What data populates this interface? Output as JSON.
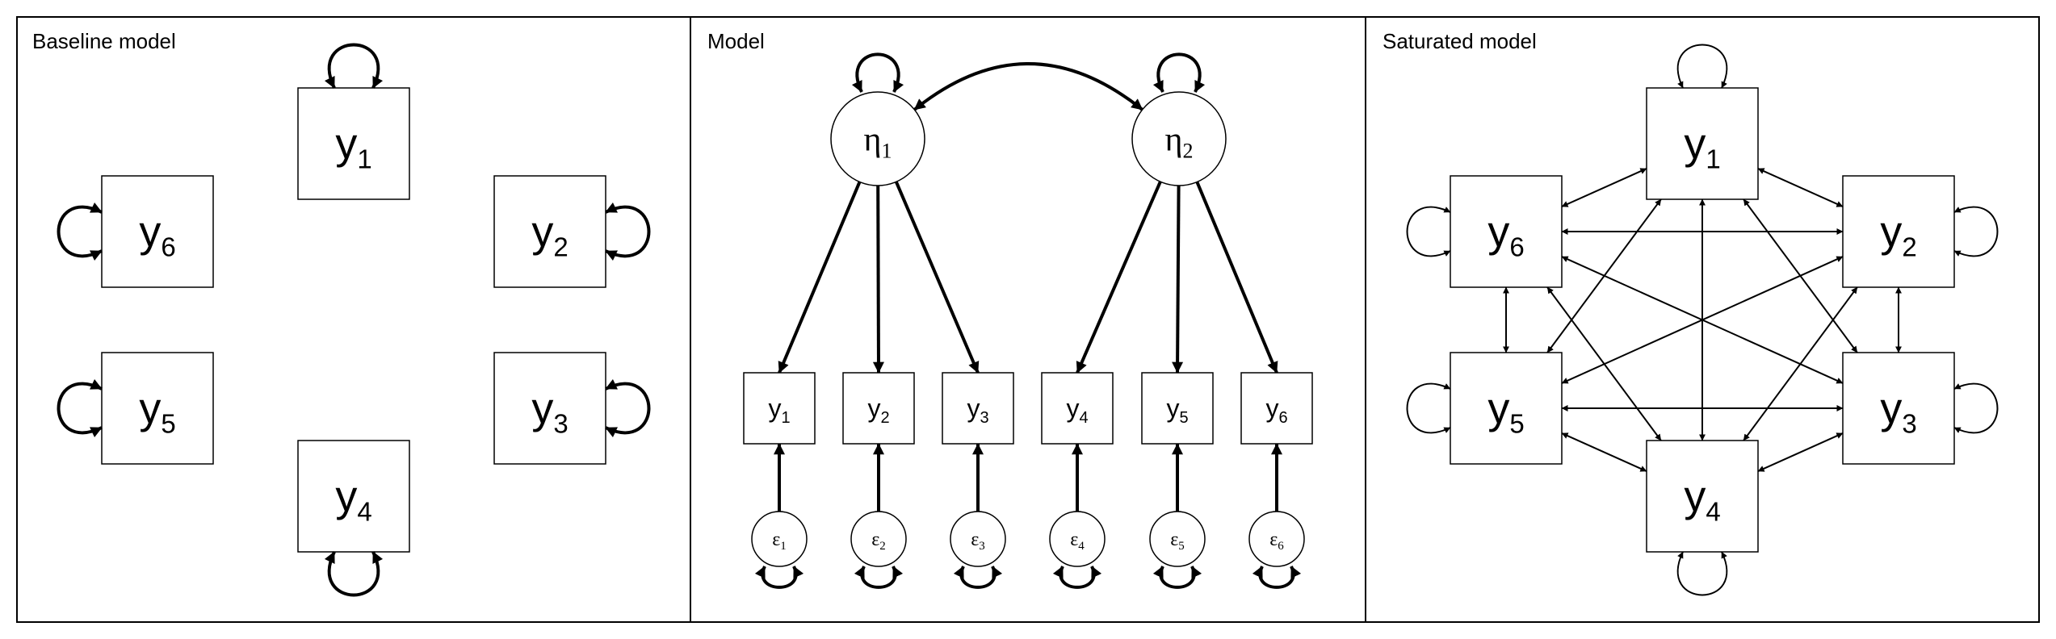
{
  "panels": {
    "baseline": {
      "title": "Baseline model",
      "nodes": [
        {
          "id": "y1",
          "base": "y",
          "sub": "1"
        },
        {
          "id": "y2",
          "base": "y",
          "sub": "2"
        },
        {
          "id": "y3",
          "base": "y",
          "sub": "3"
        },
        {
          "id": "y4",
          "base": "y",
          "sub": "4"
        },
        {
          "id": "y5",
          "base": "y",
          "sub": "5"
        },
        {
          "id": "y6",
          "base": "y",
          "sub": "6"
        }
      ],
      "self_loops": [
        "y1",
        "y2",
        "y3",
        "y4",
        "y5",
        "y6"
      ]
    },
    "model": {
      "title": "Model",
      "latents": [
        {
          "id": "eta1",
          "base": "η",
          "sub": "1"
        },
        {
          "id": "eta2",
          "base": "η",
          "sub": "2"
        }
      ],
      "observed": [
        {
          "id": "y1",
          "base": "y",
          "sub": "1"
        },
        {
          "id": "y2",
          "base": "y",
          "sub": "2"
        },
        {
          "id": "y3",
          "base": "y",
          "sub": "3"
        },
        {
          "id": "y4",
          "base": "y",
          "sub": "4"
        },
        {
          "id": "y5",
          "base": "y",
          "sub": "5"
        },
        {
          "id": "y6",
          "base": "y",
          "sub": "6"
        }
      ],
      "errors": [
        {
          "id": "e1",
          "base": "ε",
          "sub": "1"
        },
        {
          "id": "e2",
          "base": "ε",
          "sub": "2"
        },
        {
          "id": "e3",
          "base": "ε",
          "sub": "3"
        },
        {
          "id": "e4",
          "base": "ε",
          "sub": "4"
        },
        {
          "id": "e5",
          "base": "ε",
          "sub": "5"
        },
        {
          "id": "e6",
          "base": "ε",
          "sub": "6"
        }
      ],
      "loadings": [
        [
          "eta1",
          "y1"
        ],
        [
          "eta1",
          "y2"
        ],
        [
          "eta1",
          "y3"
        ],
        [
          "eta2",
          "y4"
        ],
        [
          "eta2",
          "y5"
        ],
        [
          "eta2",
          "y6"
        ]
      ],
      "error_paths": [
        [
          "e1",
          "y1"
        ],
        [
          "e2",
          "y2"
        ],
        [
          "e3",
          "y3"
        ],
        [
          "e4",
          "y4"
        ],
        [
          "e5",
          "y5"
        ],
        [
          "e6",
          "y6"
        ]
      ],
      "covariances": [
        [
          "eta1",
          "eta2"
        ]
      ],
      "self_loops": [
        "eta1",
        "eta2",
        "e1",
        "e2",
        "e3",
        "e4",
        "e5",
        "e6"
      ]
    },
    "saturated": {
      "title": "Saturated model",
      "nodes": [
        {
          "id": "y1",
          "base": "y",
          "sub": "1"
        },
        {
          "id": "y2",
          "base": "y",
          "sub": "2"
        },
        {
          "id": "y3",
          "base": "y",
          "sub": "3"
        },
        {
          "id": "y4",
          "base": "y",
          "sub": "4"
        },
        {
          "id": "y5",
          "base": "y",
          "sub": "5"
        },
        {
          "id": "y6",
          "base": "y",
          "sub": "6"
        }
      ],
      "self_loops": [
        "y1",
        "y2",
        "y3",
        "y4",
        "y5",
        "y6"
      ],
      "covariances": "all-pairs"
    }
  },
  "colors": {
    "stroke": "#000000",
    "fill": "#ffffff",
    "frame": "#000000"
  }
}
